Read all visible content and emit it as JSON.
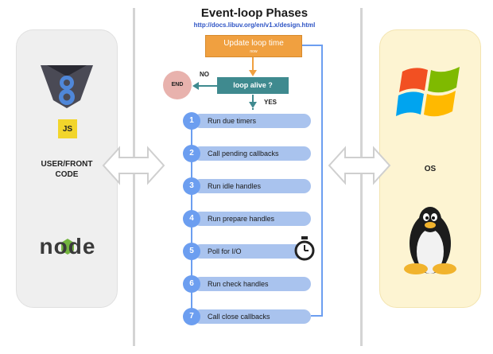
{
  "diagram": {
    "title": "Event-loop Phases",
    "subtitle": "http://docs.libuv.org/en/v1.x/design.html",
    "update": {
      "label": "Update loop time",
      "sub": "now"
    },
    "alive": {
      "label": "loop alive ?"
    },
    "end": {
      "label": "END"
    },
    "no_label": "NO",
    "yes_label": "YES",
    "phases": [
      {
        "num": "1",
        "label": "Run due timers"
      },
      {
        "num": "2",
        "label": "Call pending callbacks"
      },
      {
        "num": "3",
        "label": "Run idle handles"
      },
      {
        "num": "4",
        "label": "Run prepare handles"
      },
      {
        "num": "5",
        "label": "Poll for I/O"
      },
      {
        "num": "6",
        "label": "Run check handles"
      },
      {
        "num": "7",
        "label": "Call close callbacks"
      }
    ]
  },
  "left_panel": {
    "label_line1": "USER/FRONT",
    "label_line2": "CODE",
    "js_badge": "JS",
    "node_logo": "node",
    "icons": [
      "v8-logo-icon",
      "javascript-badge-icon",
      "nodejs-logo-icon"
    ]
  },
  "right_panel": {
    "label": "OS",
    "icons": [
      "windows-logo-icon",
      "linux-penguin-icon"
    ]
  },
  "colors": {
    "update_box": "#f0a040",
    "alive_box": "#3f8a8f",
    "end_circle": "#e8b2ad",
    "phase_bar": "#a9c3ee",
    "phase_number": "#6c9ef0",
    "loop_line": "#6c9ef0",
    "left_panel": "#efefef",
    "right_panel": "#fdf4d2"
  }
}
